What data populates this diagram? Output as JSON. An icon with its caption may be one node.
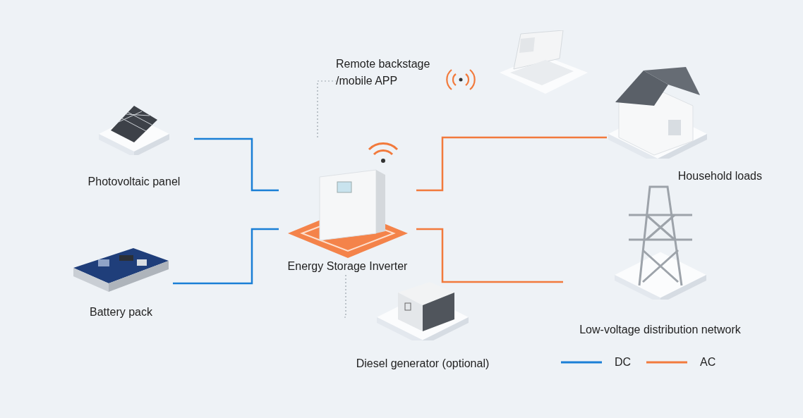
{
  "diagram": {
    "nodes": [
      {
        "text": [
          "Photovoltaic panel"
        ]
      },
      {
        "text": [
          "Battery pack"
        ]
      },
      {
        "text": [
          "Energy Storage Inverter"
        ]
      },
      {
        "text": [
          "Remote backstage /mobile APP"
        ]
      },
      {
        "text": [
          "Household loads"
        ]
      },
      {
        "text": [
          "Low-voltage distribution network"
        ]
      },
      {
        "text": [
          "Diesel generator (optional)"
        ]
      }
    ],
    "edges": [
      {
        "from": 0,
        "to": 2,
        "arrow": "none",
        "color": "#1a7fd6"
      },
      {
        "from": 1,
        "to": 2,
        "arrow": "none",
        "color": "#1a7fd6"
      },
      {
        "from": 2,
        "to": 4,
        "arrow": "none",
        "color": "#f27a3c"
      },
      {
        "from": 2,
        "to": 5,
        "arrow": "none",
        "color": "#f27a3c"
      },
      {
        "from": 2,
        "to": 3,
        "arrow": "none",
        "style": "dashed",
        "color": "#9aa3ab"
      },
      {
        "from": 2,
        "to": 6,
        "arrow": "none",
        "style": "dashed",
        "color": "#9aa3ab"
      }
    ],
    "legend": [
      {
        "text": "DC",
        "color": "#1a7fd6"
      },
      {
        "text": "AC",
        "color": "#f27a3c"
      }
    ]
  }
}
